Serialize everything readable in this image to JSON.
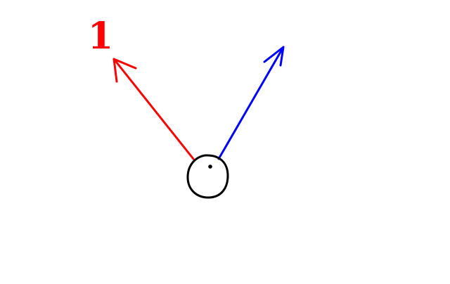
{
  "diagram": {
    "background": "#ffffff",
    "stroke": "#000000",
    "label": {
      "text": "1",
      "color": "#ff0000"
    },
    "arrows": [
      {
        "name": "red-arrow",
        "color": "#ff0000",
        "direction": "up-left"
      },
      {
        "name": "blue-arrow",
        "color": "#0000ff",
        "direction": "up-right"
      }
    ],
    "circle": {
      "stroke": "#000000",
      "dot_color": "#000000"
    }
  }
}
